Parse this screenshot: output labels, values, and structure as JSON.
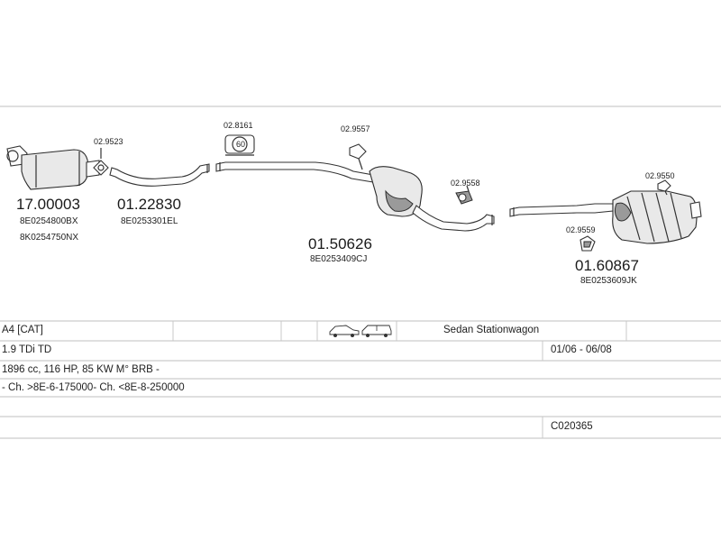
{
  "parts": [
    {
      "id": "dpf",
      "code": "17.00003",
      "refs": [
        "8E0254800BX",
        "8K0254750NX"
      ]
    },
    {
      "id": "front-pipe",
      "code": "01.22830",
      "refs": [
        "8E0253301EL"
      ],
      "gasket": "02.9523"
    },
    {
      "id": "middle-pipe",
      "code": "01.50626",
      "refs": [
        "8E0253409CJ"
      ],
      "hanger": "02.8161",
      "hanger_mark": "60",
      "clamp": "02.9557"
    },
    {
      "id": "rear-silencer",
      "code": "01.60867",
      "refs": [
        "8E0253609JK"
      ],
      "mount_a": "02.9558",
      "mount_b": "02.9559",
      "mount_c": "02.9550"
    }
  ],
  "table": {
    "model": "A4  [CAT]",
    "body_types": "Sedan  Stationwagon",
    "engine": "1.9 TDi TD",
    "period": "01/06 - 06/08",
    "specs": "1896 cc, 116 HP, 85 KW M° BRB -",
    "chassis": "- Ch. >8E-6-175000- Ch. <8E-8-250000",
    "system_code": "C020365"
  },
  "icons": [
    "sedan-car-icon",
    "stationwagon-car-icon"
  ]
}
